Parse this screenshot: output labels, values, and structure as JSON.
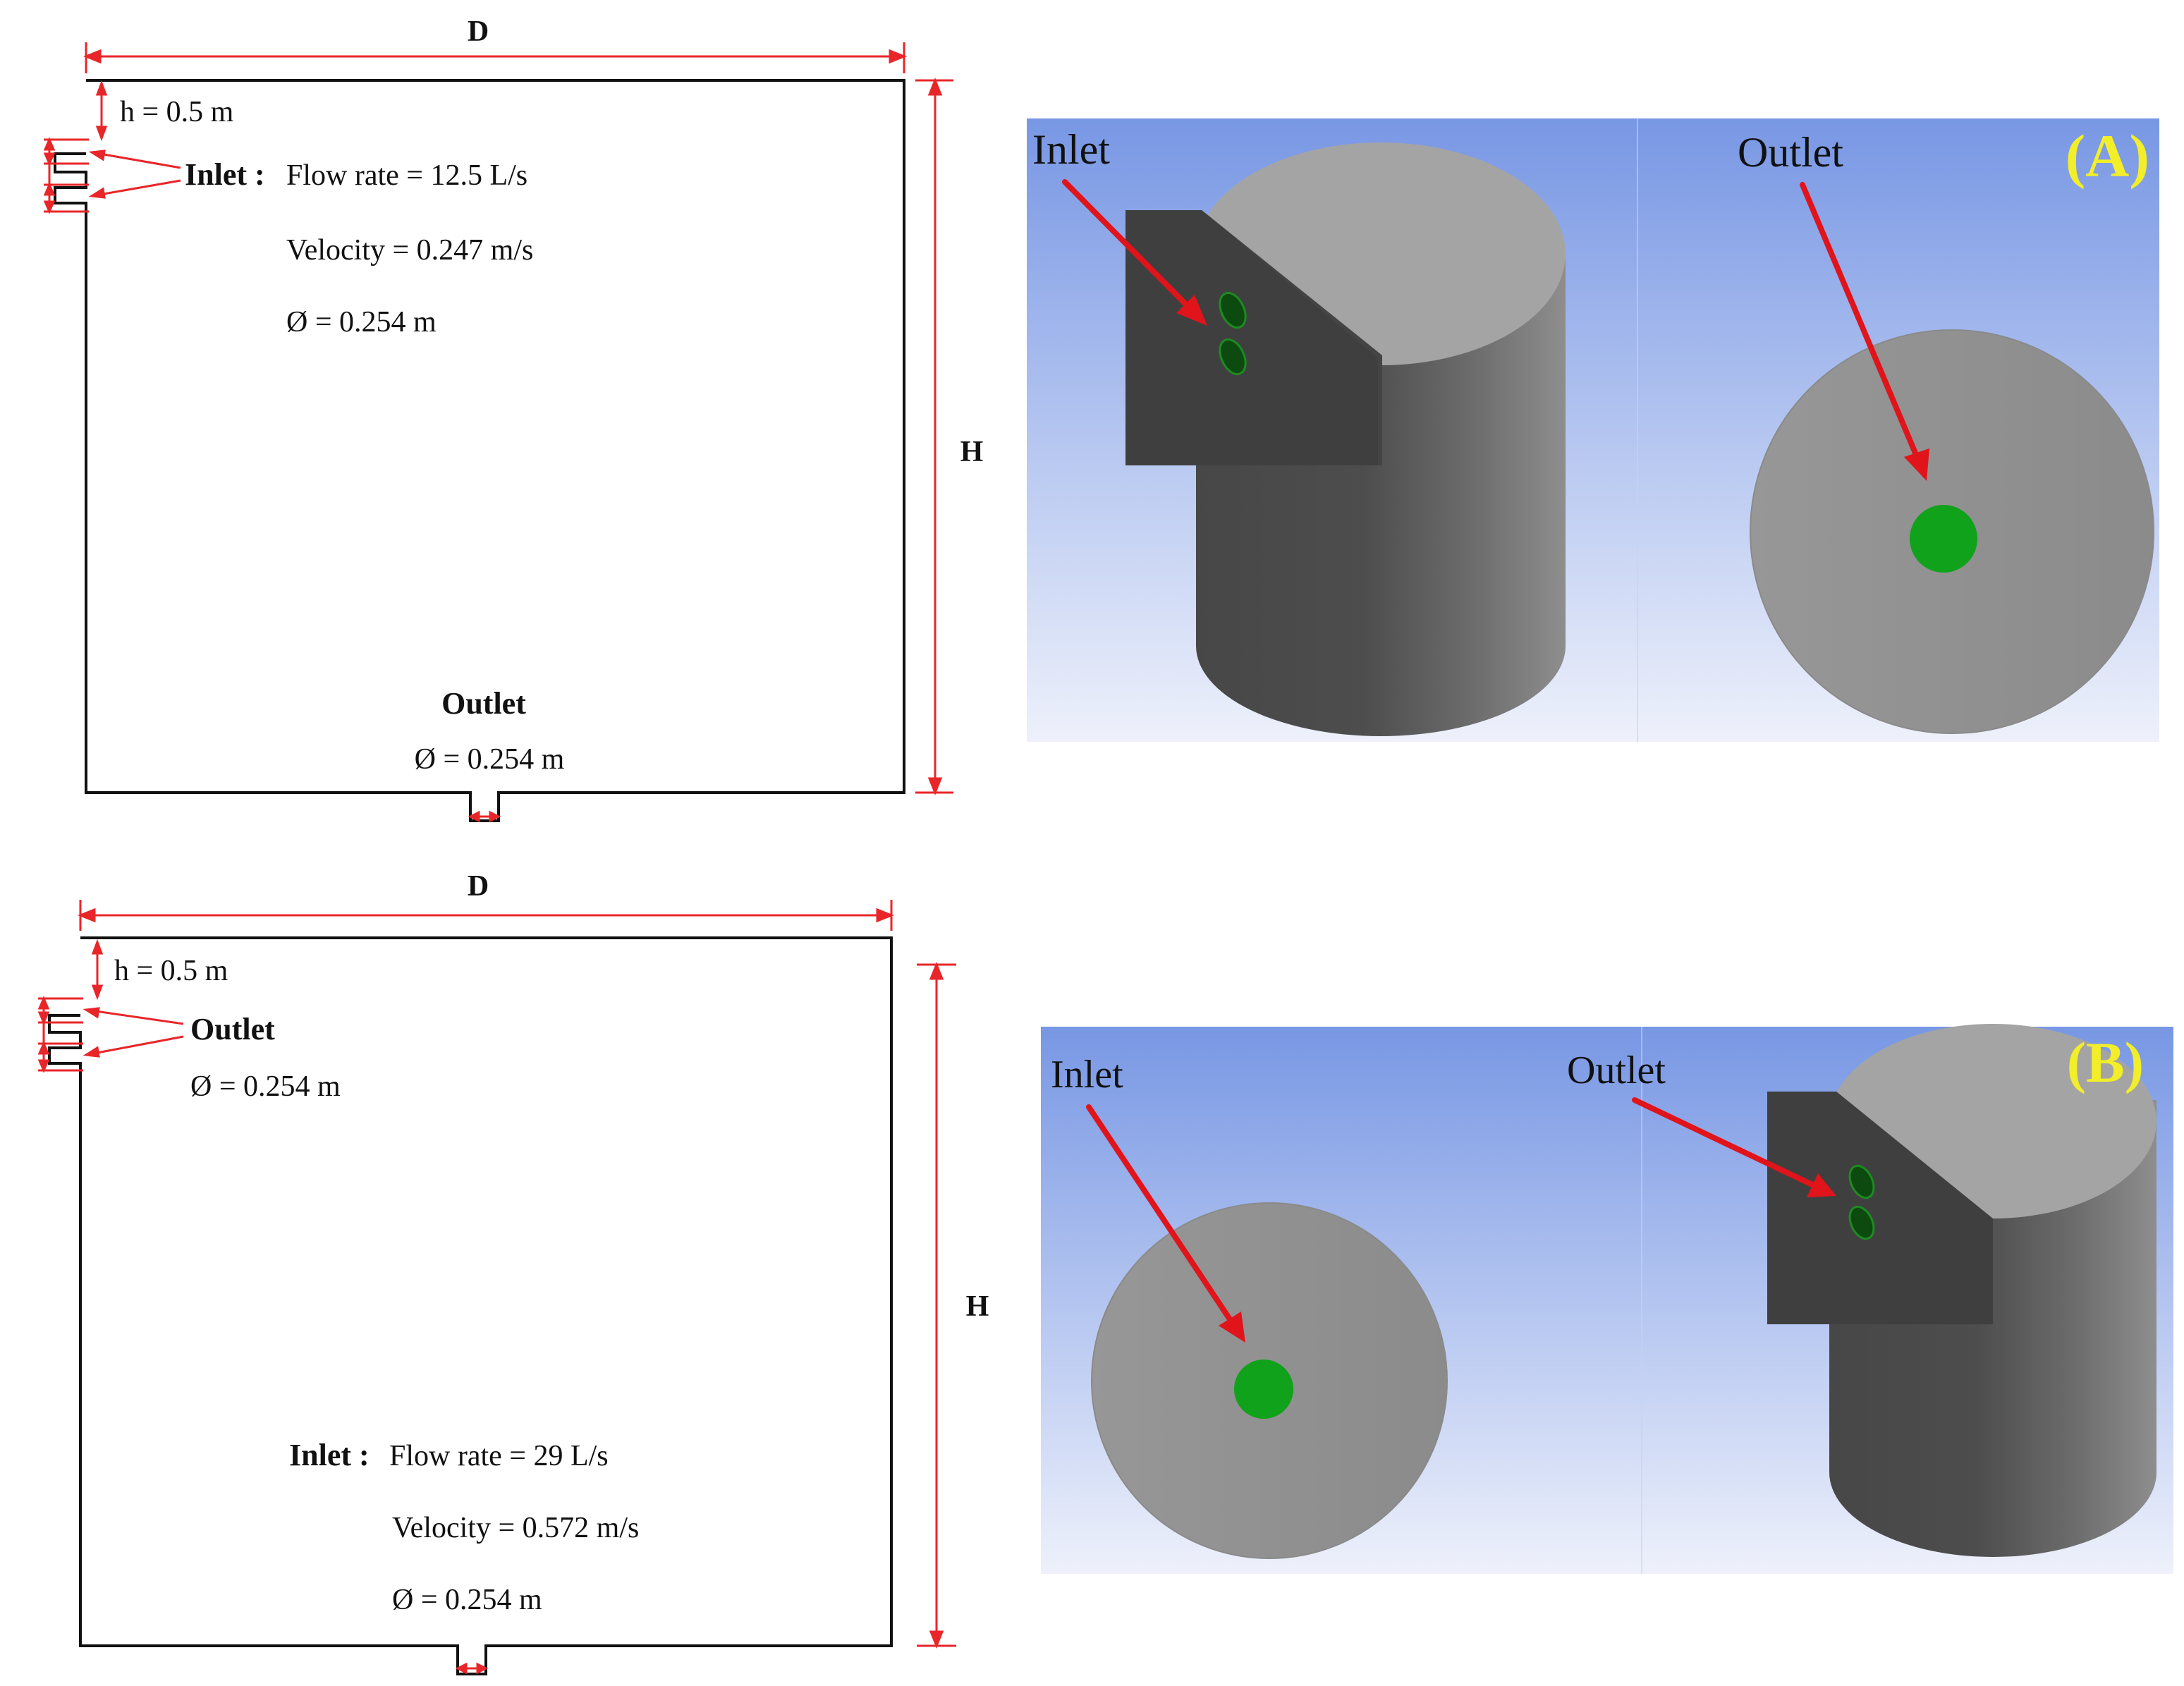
{
  "panel_a": {
    "schematic": {
      "width_label": "D",
      "height_label": "H",
      "h_label": "h = 0.5 m",
      "port_top_label": "Inlet",
      "port_top_sep": " :",
      "port_top_line1": "Flow rate = 12.5 L/s",
      "port_top_line2": "Velocity = 0.247 m/s",
      "port_top_line3": "Ø = 0.254 m",
      "port_bottom_label": "Outlet",
      "port_bottom_line1": "Ø = 0.254 m"
    },
    "render": {
      "left_label": "Inlet",
      "right_label": "Outlet",
      "panel_letter": "(A)"
    }
  },
  "panel_b": {
    "schematic": {
      "width_label": "D",
      "height_label": "H",
      "h_label": "h = 0.5 m",
      "port_top_label": "Outlet",
      "port_top_line1": "Ø = 0.254 m",
      "port_bottom_label": "Inlet",
      "port_bottom_sep": " :",
      "port_bottom_line1": "Flow rate = 29 L/s",
      "port_bottom_line2": "Velocity = 0.572 m/s",
      "port_bottom_line3": "Ø = 0.254 m"
    },
    "render": {
      "left_label": "Inlet",
      "right_label": "Outlet",
      "panel_letter": "(B)"
    }
  },
  "colors": {
    "dimension_red": "#e8262a",
    "arrow_red": "#e0141a",
    "letter_yellow": "#f2ee2a",
    "port_green": "#10a21a",
    "port_dark_green": "#0c4a10",
    "background_blue": "#7b9ce6",
    "cylinder_gray": "#8f8f8f",
    "cylinder_top": "#a3a3a3",
    "block_dark": "#3d3d3d"
  }
}
